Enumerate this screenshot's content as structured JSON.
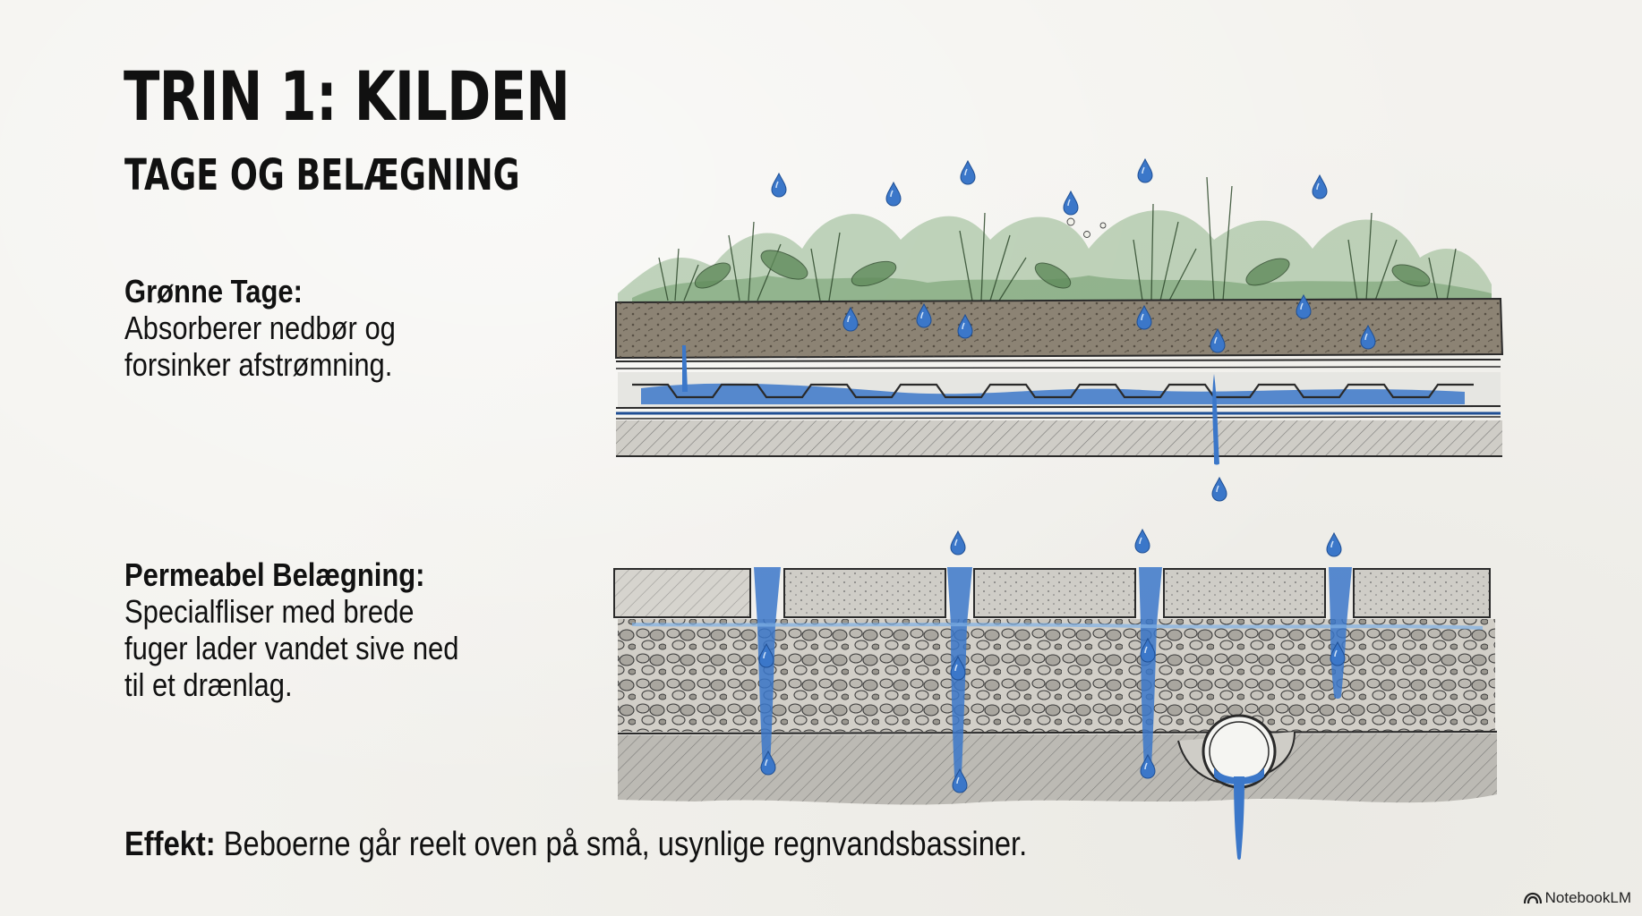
{
  "slide": {
    "title": "TRIN 1: KILDEN",
    "subtitle": "TAGE OG BELÆGNING",
    "green_roofs": {
      "heading": "Grønne Tage:",
      "lines": [
        "Absorberer nedbør og",
        "forsinker afstrømning."
      ]
    },
    "permeable": {
      "heading": "Permeabel Belægning:",
      "lines": [
        "Specialfliser med brede",
        "fuger lader vandet sive ned",
        "til et drænlag."
      ]
    },
    "effect": {
      "label": "Effekt:",
      "text": " Beboerne går reelt oven på små, usynlige regnvandsbassiner."
    },
    "brand": "NotebookLM"
  },
  "colors": {
    "water": "#3b77c9",
    "water_light": "#7fb0e6",
    "plant": "#5f8a5a",
    "soil": "#7d7263",
    "ink": "#2a2a2a"
  },
  "icons": {
    "brand": "notebooklm-logo-icon",
    "drop": "water-drop-icon"
  }
}
